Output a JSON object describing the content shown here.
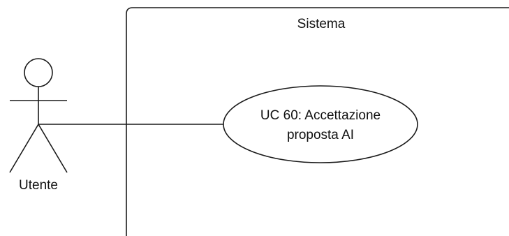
{
  "system": {
    "title": "Sistema"
  },
  "actor": {
    "label": "Utente"
  },
  "use_case": {
    "line1": "UC 60: Accettazione",
    "line2": "proposta AI"
  }
}
